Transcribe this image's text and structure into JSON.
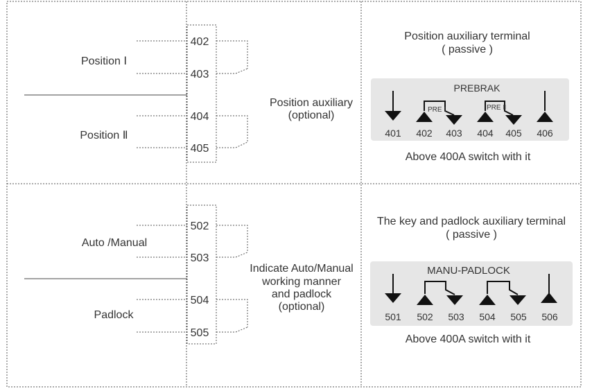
{
  "top": {
    "left_labels": {
      "position_1": "Position Ⅰ",
      "position_2": "Position Ⅱ"
    },
    "terminals": [
      "402",
      "403",
      "404",
      "405"
    ],
    "middle": {
      "line1": "Position auxiliary",
      "line2": "(optional)"
    },
    "right": {
      "title": "Position auxiliary terminal",
      "subtitle": "( passive )",
      "box_title": "PREBRAK",
      "pre1": "PRE Ⅰ",
      "pre2": "PRE Ⅱ",
      "terminals": [
        "401",
        "402",
        "403",
        "404",
        "405",
        "406"
      ],
      "footer": "Above 400A switch with it"
    }
  },
  "bottom": {
    "left_labels": {
      "auto_manual": "Auto /Manual",
      "padlock": "Padlock"
    },
    "terminals": [
      "502",
      "503",
      "504",
      "505"
    ],
    "middle": {
      "line1": "Indicate Auto/Manual",
      "line2": "working manner",
      "line3": "and padlock",
      "line4": "(optional)"
    },
    "right": {
      "title": "The key and padlock auxiliary terminal",
      "subtitle": "( passive )",
      "box_title": "MANU-PADLOCK",
      "terminals": [
        "501",
        "502",
        "503",
        "504",
        "505",
        "506"
      ],
      "footer": "Above 400A switch with it"
    }
  }
}
